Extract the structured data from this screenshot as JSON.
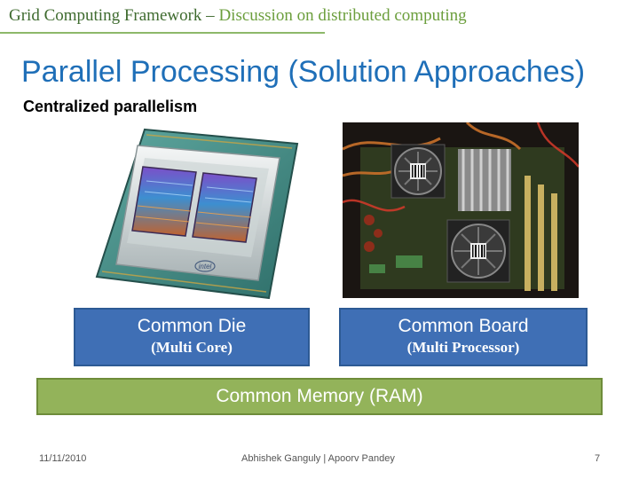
{
  "header": {
    "main": "Grid Computing Framework – ",
    "sub": "Discussion on distributed computing"
  },
  "title": "Parallel Processing  (Solution Approaches)",
  "subtitle": "Centralized  parallelism",
  "boxes": {
    "die": {
      "line1": "Common Die",
      "line2": "(Multi Core)"
    },
    "board": {
      "line1": "Common Board",
      "line2": "(Multi Processor)"
    }
  },
  "memory": "Common Memory (RAM)",
  "chip_label": "intel",
  "footer": {
    "date": "11/11/2010",
    "authors": "Abhishek Ganguly  |  Apoorv Pandey",
    "page": "7"
  }
}
